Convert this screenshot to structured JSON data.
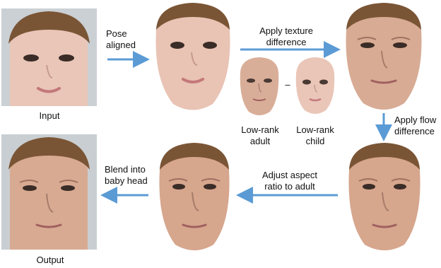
{
  "labels": {
    "input": "Input",
    "output": "Output",
    "pose_aligned": "Pose\naligned",
    "apply_texture": "Apply texture\ndifference",
    "apply_flow": "Apply flow\ndifference",
    "adjust_aspect": "Adjust aspect\nratio to adult",
    "blend": "Blend into\nbaby head",
    "lowrank_adult": "Low-rank\nadult",
    "lowrank_child": "Low-rank\nchild",
    "minus": "–"
  },
  "colors": {
    "arrow": "#5b9bd5",
    "hair": "#7a5535",
    "child_skin": "#e9c3b4",
    "adult_skin": "#d9a98f",
    "background_photo": "#c8cdd2"
  },
  "icons": [
    "arrow-right-icon",
    "arrow-left-icon",
    "arrow-down-icon"
  ]
}
